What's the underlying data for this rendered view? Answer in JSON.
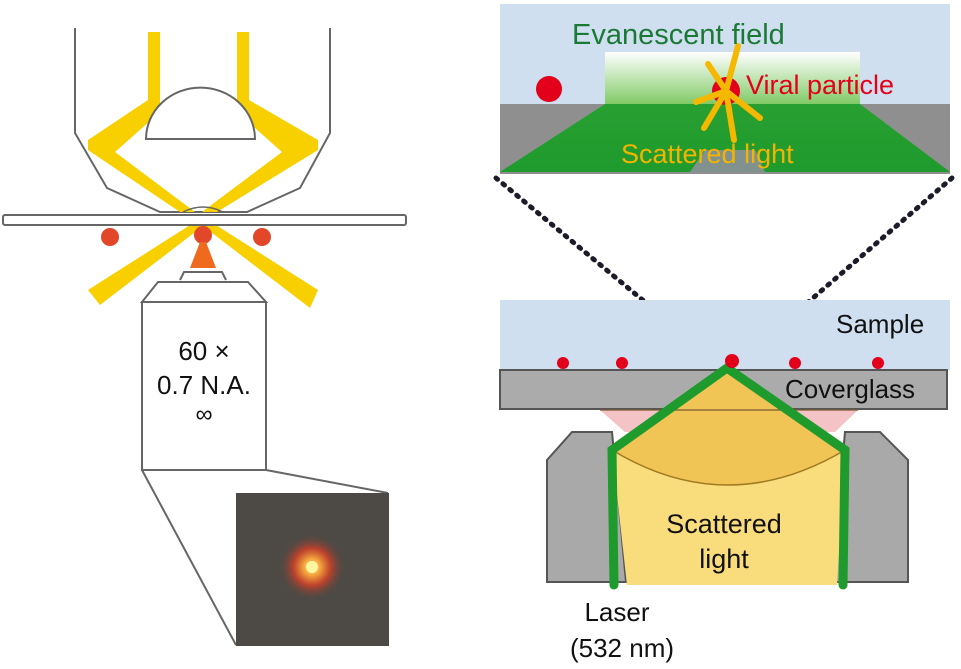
{
  "left_panel": {
    "objective": {
      "magnification": "60 ×",
      "numerical_aperture": "0.7 N.A.",
      "tube_length": "∞"
    },
    "inset_image": "scattered-light-spot"
  },
  "right_panel": {
    "zoom_inset": {
      "evanescent_label": "Evanescent field",
      "viral_label": "Viral particle",
      "scattered_label": "Scattered light"
    },
    "setup": {
      "sample_label": "Sample",
      "coverglass_label": "Coverglass",
      "scattered_label_line1": "Scattered",
      "scattered_label_line2": "light",
      "laser_label_line1": "Laser",
      "laser_label_line2": "(532 nm)"
    }
  },
  "colors": {
    "light_yellow": "#f8d000",
    "particle_red": "#e2231a",
    "laser_green": "#1f9a2c",
    "evanescent_text": "#1a7a35",
    "viral_text": "#e2001a",
    "scattered_text": "#f2b400",
    "sample_blue": "#cfdff0",
    "glass_gray": "#a9a9a9",
    "outline": "#555555",
    "scatter_cone": "#f6cf5e"
  }
}
